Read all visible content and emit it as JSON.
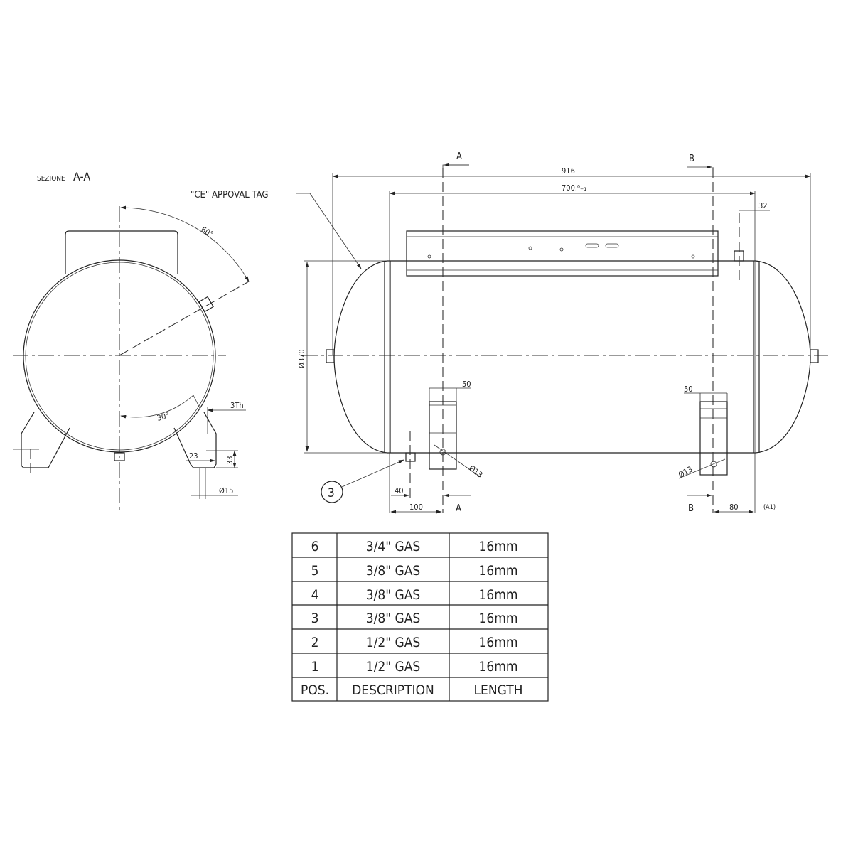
{
  "drawing": {
    "section_label_small": "SEZIONE",
    "section_label_big": "A-A",
    "tag_callout": "\"CE\" APPOVAL TAG",
    "angle_top": "60°",
    "angle_bottom": "30°",
    "dim_thickness": "3Th",
    "dim_23": "23",
    "dim_33": "33",
    "dim_d15": "Ø15",
    "dim_overall": "916",
    "dim_shell": "700.⁰₋₁",
    "dim_32": "32",
    "dim_diameter": "Ø370",
    "dim_50_left": "50",
    "dim_50_right": "50",
    "dim_d13_left": "Ø13",
    "dim_d13_right": "Ø13",
    "dim_40": "40",
    "dim_100": "100",
    "dim_80": "80",
    "section_a_top": "A",
    "section_a_bottom": "A",
    "section_b_top": "B",
    "section_b_bottom": "B",
    "callout_pos": "3",
    "sheet_ref": "(A1)"
  },
  "table": {
    "header": {
      "pos": "POS.",
      "description": "DESCRIPTION",
      "length": "LENGTH"
    },
    "rows": [
      {
        "pos": "6",
        "description": "3/4\" GAS",
        "length": "16mm"
      },
      {
        "pos": "5",
        "description": "3/8\" GAS",
        "length": "16mm"
      },
      {
        "pos": "4",
        "description": "3/8\" GAS",
        "length": "16mm"
      },
      {
        "pos": "3",
        "description": "3/8\" GAS",
        "length": "16mm"
      },
      {
        "pos": "2",
        "description": "1/2\" GAS",
        "length": "16mm"
      },
      {
        "pos": "1",
        "description": "1/2\" GAS",
        "length": "16mm"
      }
    ]
  }
}
